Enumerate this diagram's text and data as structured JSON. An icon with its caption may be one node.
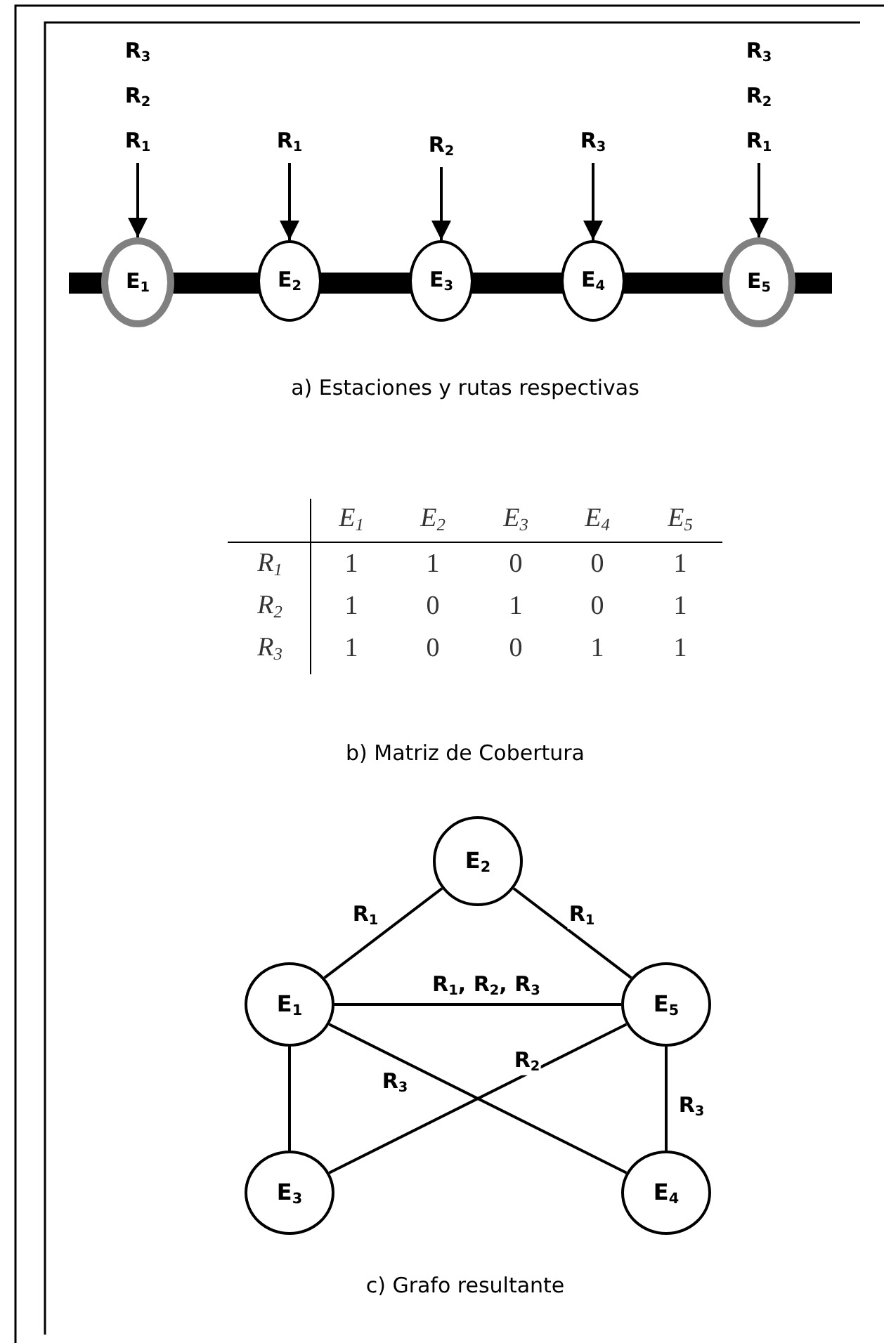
{
  "diagram": {
    "nodes": [
      {
        "text": [
          "R$_{3}$",
          "R$_{2}$",
          "R$_{1}$"
        ]
      },
      {
        "text": [
          "R$_{1}$"
        ]
      },
      {
        "text": [
          "R$_{2}$"
        ]
      },
      {
        "text": [
          "R$_{3}$"
        ]
      },
      {
        "text": [
          "R$_{3}$",
          "R$_{2}$",
          "R$_{1}$"
        ]
      },
      {
        "text": [
          "E$_{1}$"
        ]
      },
      {
        "text": [
          "E$_{2}$"
        ]
      },
      {
        "text": [
          "E$_{3}$"
        ]
      },
      {
        "text": [
          "E$_{4}$"
        ]
      },
      {
        "text": [
          "E$_{5}$"
        ]
      },
      {
        "text": [
          "E$_{2}$"
        ]
      },
      {
        "text": [
          "E$_{1}$"
        ]
      },
      {
        "text": [
          "E$_{5}$"
        ]
      },
      {
        "text": [
          "E$_{3}$"
        ]
      },
      {
        "text": [
          "E$_{4}$"
        ]
      }
    ],
    "edges": [
      {
        "from": 0,
        "to": 5,
        "arrow": "to"
      },
      {
        "from": 1,
        "to": 6,
        "arrow": "to"
      },
      {
        "from": 2,
        "to": 7,
        "arrow": "to"
      },
      {
        "from": 3,
        "to": 8,
        "arrow": "to"
      },
      {
        "from": 4,
        "to": 9,
        "arrow": "to"
      },
      {
        "from": 11,
        "to": 10,
        "arrow": "none",
        "label": "R$_{1}$"
      },
      {
        "from": 10,
        "to": 12,
        "arrow": "none",
        "label": "R$_{1}$"
      },
      {
        "from": 11,
        "to": 12,
        "arrow": "none",
        "label": "R$_{1}$, R$_{2}$, R$_{3}$"
      },
      {
        "from": 11,
        "to": 14,
        "arrow": "none",
        "label": "R$_{3}$"
      },
      {
        "from": 13,
        "to": 12,
        "arrow": "none",
        "label": "R$_{2}$"
      },
      {
        "from": 11,
        "to": 13,
        "arrow": "none"
      },
      {
        "from": 12,
        "to": 14,
        "arrow": "none",
        "label": "R$_{3}$"
      }
    ],
    "labels": [
      "a) Estaciones y rutas respectivas",
      "E$_{1}$",
      "E$_{2}$",
      "E$_{3}$",
      "E$_{4}$",
      "E$_{5}$",
      "R$_{1}$",
      "1",
      "1",
      "0",
      "0",
      "1",
      "R$_{2}$",
      "1",
      "0",
      "1",
      "0",
      "1",
      "R$_{3}$",
      "1",
      "0",
      "0",
      "1",
      "1",
      "b) Matriz de Cobertura",
      "c) Grafo resultante"
    ]
  }
}
